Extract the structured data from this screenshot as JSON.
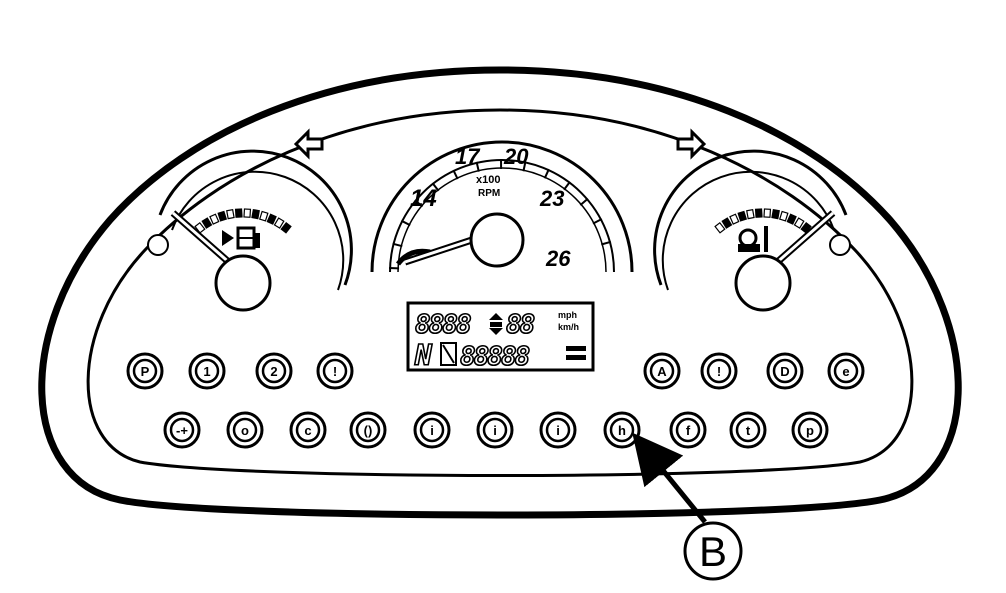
{
  "tachometer": {
    "scale_labels": [
      "14",
      "17",
      "20",
      "23",
      "26"
    ],
    "multiplier": "x100",
    "unit": "RPM"
  },
  "lcd": {
    "row1_digits": "8888",
    "row1_digits2": "88",
    "row1_unit_top": "mph",
    "row1_unit_bottom": "km/h",
    "gear": "N",
    "row2_digits": "88888"
  },
  "callout": {
    "letter": "B",
    "target": "indicator-row2-8"
  },
  "indicators_row1": [
    {
      "name": "park-brake-indicator",
      "glyph": "P"
    },
    {
      "name": "turn-left-indicator-1",
      "glyph": "1"
    },
    {
      "name": "turn-left-indicator-2",
      "glyph": "2"
    },
    {
      "name": "brake-warning-indicator",
      "glyph": "!"
    },
    {
      "name": "steering-indicator",
      "glyph": "A"
    },
    {
      "name": "hydraulic-indicator",
      "glyph": "!"
    },
    {
      "name": "headlight-indicator",
      "glyph": "D"
    },
    {
      "name": "engine-indicator",
      "glyph": "e"
    }
  ],
  "indicators_row2": [
    {
      "name": "battery-indicator",
      "glyph": "-+"
    },
    {
      "name": "oil-pressure-indicator",
      "glyph": "o"
    },
    {
      "name": "coolant-indicator",
      "glyph": "c"
    },
    {
      "name": "brake-indicator",
      "glyph": "()"
    },
    {
      "name": "implement-indicator-1",
      "glyph": "i"
    },
    {
      "name": "implement-indicator-2",
      "glyph": "i"
    },
    {
      "name": "implement-indicator-3",
      "glyph": "i"
    },
    {
      "name": "hitch-indicator",
      "glyph": "h"
    },
    {
      "name": "filter-indicator",
      "glyph": "f"
    },
    {
      "name": "transmission-indicator",
      "glyph": "t"
    },
    {
      "name": "pto-indicator",
      "glyph": "p"
    }
  ]
}
